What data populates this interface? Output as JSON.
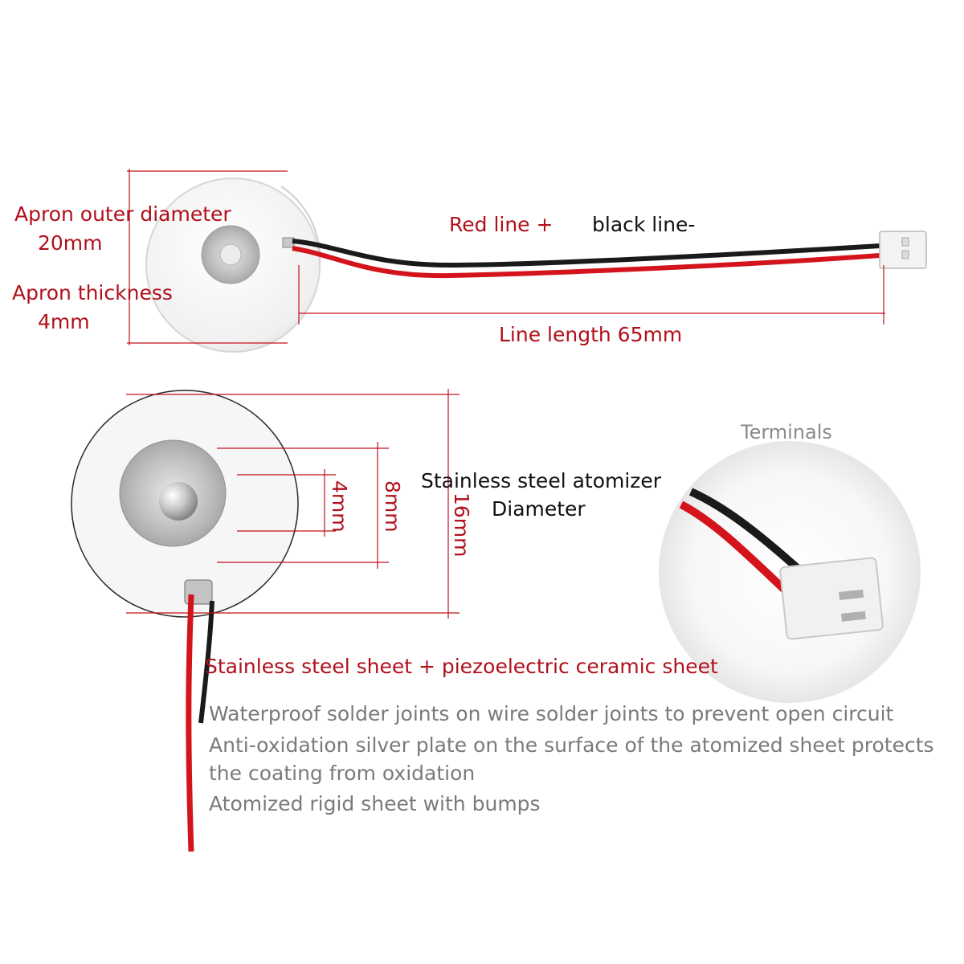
{
  "top_labels": {
    "apron_outer_diameter": "Apron outer diameter",
    "apron_outer_value": "20mm",
    "apron_thickness": "Apron thickness",
    "apron_thickness_value": "4mm",
    "red_line": "Red line +",
    "black_line": "black line-",
    "line_length": "Line length 65mm"
  },
  "bottom_labels": {
    "dim_4mm": "4mm",
    "dim_8mm": "8mm",
    "dim_16mm": "16mm",
    "atomizer_line1": "Stainless steel atomizer",
    "atomizer_line2": "Diameter",
    "terminals": "Terminals",
    "sheet_desc": "Stainless steel sheet + piezoelectric ceramic sheet"
  },
  "features": [
    "Waterproof solder joints on wire solder joints to prevent open circuit",
    "Anti-oxidation silver plate on the surface of the atomized sheet protects",
    "the coating from oxidation",
    "Atomized rigid sheet with bumps"
  ],
  "colors": {
    "accent_red": "#b0101c",
    "wire_red": "#d4141c",
    "wire_black": "#1a1a1a",
    "text_grey": "#7a7a7a"
  }
}
